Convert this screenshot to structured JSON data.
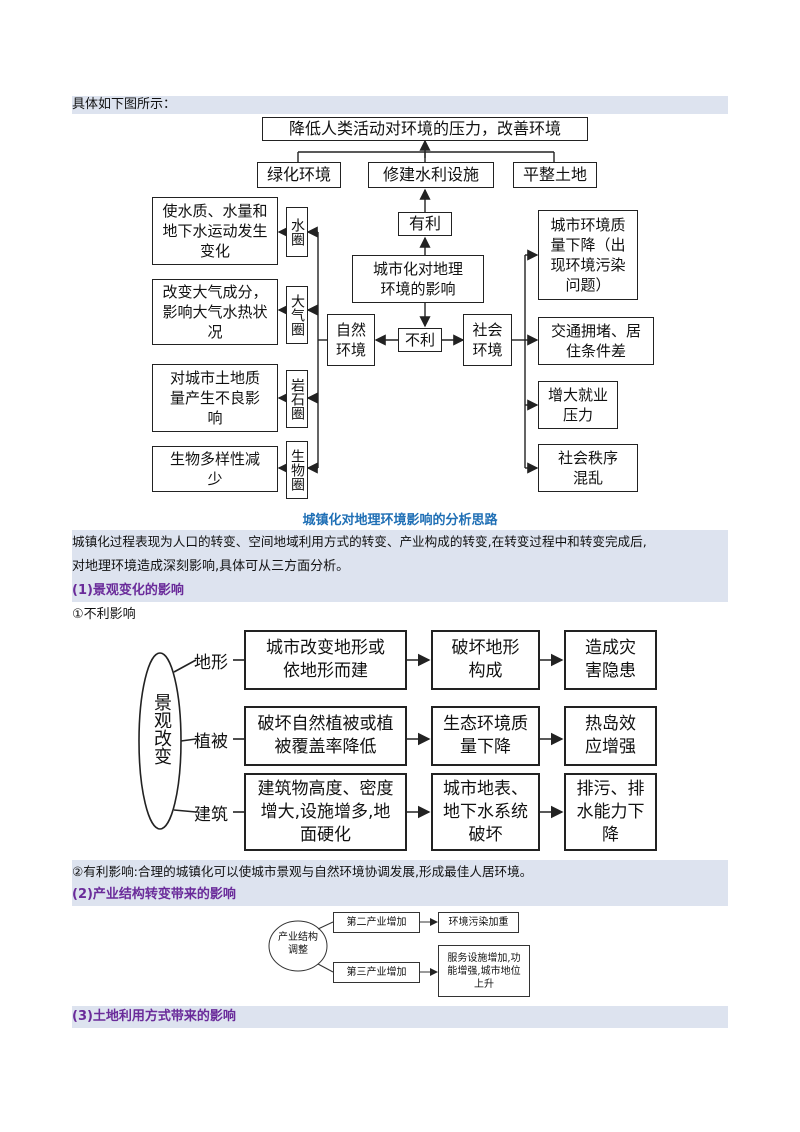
{
  "intro": "具体如下图所示：",
  "fig1": {
    "top": "降低人类活动对环境的压力，改善环境",
    "measures": [
      "绿化环境",
      "修建水利设施",
      "平整土地"
    ],
    "favorable": "有利",
    "center": "城市化对地理环境的影响",
    "unfavorable": "不利",
    "natural_env": "自然环境",
    "social_env": "社会环境",
    "spheres": [
      "水圈",
      "大气圈",
      "岩石圈",
      "生物圈"
    ],
    "natural_effects": [
      "使水质、水量和地下水运动发生变化",
      "改变大气成分，影响大气水热状况",
      "对城市土地质量产生不良影响",
      "生物多样性减少"
    ],
    "social_effects": [
      "城市环境质量下降（出现环境污染问题）",
      "交通拥堵、居住条件差",
      "增大就业压力",
      "社会秩序混乱"
    ]
  },
  "caption": "城镇化对地理环境影响的分析思路",
  "para1_line1": "城镇化过程表现为人口的转变、空间地域利用方式的转变、产业构成的转变,在转变过程中和转变完成后,",
  "para1_line2": "对地理环境造成深刻影响,具体可从三方面分析。",
  "h1": "(1)景观变化的影响",
  "h1_sub": "①不利影响",
  "fig2": {
    "root": "景观改变",
    "rows": [
      {
        "label": "地形",
        "b1": "城市改变地形或依地形而建",
        "b2": "破坏地形构成",
        "b3": "造成灾害隐患"
      },
      {
        "label": "植被",
        "b1": "破坏自然植被或植被覆盖率降低",
        "b2": "生态环境质量下降",
        "b3": "热岛效应增强"
      },
      {
        "label": "建筑",
        "b1": "建筑物高度、密度增大,设施增多,地面硬化",
        "b2": "城市地表、地下水系统破坏",
        "b3": "排污、排水能力下降"
      }
    ]
  },
  "h1_favorable": "②有利影响:合理的城镇化可以使城市景观与自然环境协调发展,形成最佳人居环境。",
  "h2": "(2)产业结构转变带来的影响",
  "fig3": {
    "root": "产业结构调整",
    "b1": "第二产业增加",
    "r1": "环境污染加重",
    "b2": "第三产业增加",
    "r2": "服务设施增加,功能增强,城市地位上升"
  },
  "h3": "(3)土地利用方式带来的影响"
}
